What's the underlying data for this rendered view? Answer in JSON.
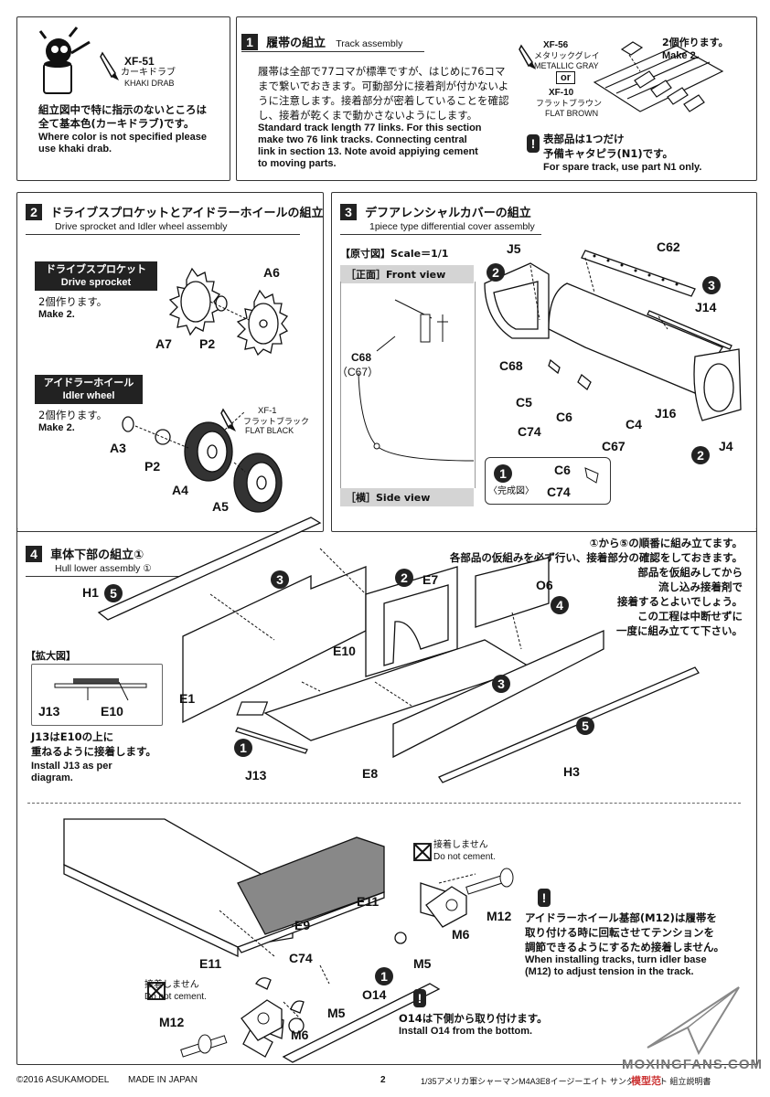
{
  "top_left_note": {
    "paint_code": "XF-51",
    "paint_name_jp": "カーキドラブ",
    "paint_name_en": "KHAKI DRAB",
    "note_jp_1": "組立図中で特に指示のないところは",
    "note_jp_2": "全て基本色(カーキドラブ)です。",
    "note_en_1": "Where color is not specified please",
    "note_en_2": "use khaki drab."
  },
  "section1": {
    "number": "1",
    "title_jp": "履帯の組立",
    "title_en": "Track assembly",
    "text_jp": [
      "履帯は全部で77コマが標準ですが、はじめに76コマ",
      "まで繋いでおきます。可動部分に接着剤が付かないよ",
      "うに注意します。接着部分が密着していることを確認",
      "し、接着が乾くまで動かさないようにします。"
    ],
    "text_en": [
      "Standard track length 77 links.  For this section",
      "make two 76 link tracks. Connecting central",
      "link in section 13. Note avoid appiying cement",
      "to moving parts."
    ],
    "paint_a_code": "XF-56",
    "paint_a_jp": "メタリックグレイ",
    "paint_a_en": "METALLIC GRAY",
    "or_label": "or",
    "paint_b_code": "XF-10",
    "paint_b_jp": "フラットブラウン",
    "paint_b_en": "FLAT BROWN",
    "make_jp": "2個作ります。",
    "make_en": "Make 2.",
    "spare_jp_1": "表部品は1つだけ",
    "spare_jp_2": "予備キャタピラ(N1)です。",
    "spare_en": "For spare track, use part N1 only."
  },
  "section2": {
    "number": "2",
    "title_jp": "ドライブスプロケットとアイドラーホイールの組立",
    "title_en": "Drive sprocket and Idler wheel assembly",
    "tag1_jp": "ドライブスプロケット",
    "tag1_en": "Drive sprocket",
    "make1_jp": "2個作ります。",
    "make1_en": "Make 2.",
    "tag2_jp": "アイドラーホイール",
    "tag2_en": "Idler wheel",
    "make2_jp": "2個作ります。",
    "make2_en": "Make 2.",
    "paint_code": "XF-1",
    "paint_jp": "フラットブラック",
    "paint_en": "FLAT BLACK",
    "parts": {
      "a6": "A6",
      "a7": "A7",
      "p2a": "P2",
      "a3": "A3",
      "p2b": "P2",
      "a4": "A4",
      "a5": "A5"
    }
  },
  "section3": {
    "number": "3",
    "title_jp": "デフアレンシャルカバーの組立",
    "title_en": "1piece type differential cover assembly",
    "scale_label": "【原寸図】Scale＝1/1",
    "front_view": "［正面］Front view",
    "side_view": "［横］Side view",
    "c68_label": "C68",
    "c67_label": "（C67）",
    "complete_label": "〈完成図〉",
    "parts": {
      "j5": "J5",
      "c62": "C62",
      "j14": "J14",
      "c68": "C68",
      "c5": "C5",
      "c6": "C6",
      "c4": "C4",
      "j16": "J16",
      "c74": "C74",
      "c67": "C67",
      "j4": "J4",
      "c6b": "C6",
      "c74b": "C74"
    },
    "steps": {
      "s2a": "2",
      "s3": "3",
      "s2b": "2",
      "s1": "1"
    }
  },
  "section4": {
    "number": "4",
    "title_jp": "車体下部の組立①",
    "title_en": "Hull lower assembly ①",
    "instr_jp": [
      "①から⑤の順番に組み立てます。",
      "各部品の仮組みを必ず行い、接着部分の確認をしておきます。",
      "部品を仮組みしてから",
      "流し込み接着剤で",
      "接着するとよいでしょう。",
      "この工程は中断せずに",
      "一度に組み立てて下さい。"
    ],
    "enlarge_label": "【拡大図】",
    "enlarge_j13": "J13",
    "enlarge_e10": "E10",
    "enlarge_jp_1": "J13はE10の上に",
    "enlarge_jp_2": "重ねるように接着します。",
    "enlarge_en_1": "Install J13 as per",
    "enlarge_en_2": "diagram.",
    "parts": {
      "h1": "H1",
      "e7": "E7",
      "o6": "O6",
      "e1": "E1",
      "e10": "E10",
      "e8": "E8",
      "h3": "H3",
      "j13": "J13"
    },
    "steps": {
      "h1": "5",
      "e1": "3",
      "e7": "2",
      "o6": "4",
      "e8": "3",
      "h3": "5",
      "j13": "1"
    },
    "lower": {
      "no_cement_jp": "接着しません",
      "no_cement_en": "Do not cement.",
      "parts": {
        "e11a": "E11",
        "e9": "E9",
        "e11b": "E11",
        "c74": "C74",
        "m12a": "M12",
        "m6a": "M6",
        "m5a": "M5",
        "o14": "O14",
        "m5b": "M5",
        "m12b": "M12",
        "m6b": "M6"
      },
      "step_o14": "1",
      "idler_jp": [
        "アイドラーホイール基部(M12)は履帯を",
        "取り付ける時に回転させてテンションを",
        "調節できるようにするため接着しません。"
      ],
      "idler_en": [
        "When installing tracks, turn idler base",
        "(M12) to adjust tension in the track."
      ],
      "o14_jp": "O14は下側から取り付けます。",
      "o14_en": "Install O14 from the bottom."
    }
  },
  "footer": {
    "copyright": "©2016 ASUKAMODEL",
    "made_in": "MADE IN JAPAN",
    "page": "2",
    "product": "1/35アメリカ軍シャーマンM4A3E8イージーエイト サンダーボルト 組立説明書",
    "watermark": "MOXINGFANS.COM",
    "watermark2": "模型范"
  }
}
